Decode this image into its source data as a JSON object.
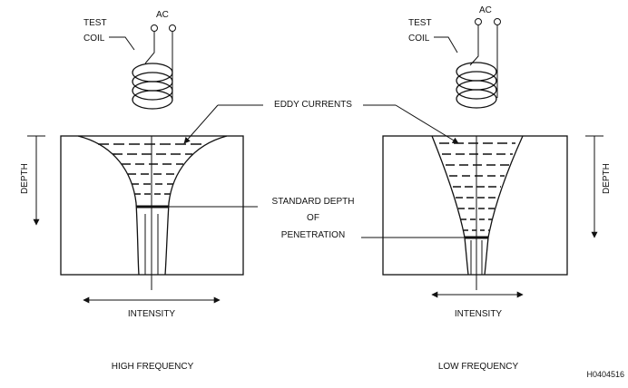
{
  "figure_code": "H0404516",
  "shared": {
    "eddy_currents_label": "EDDY CURRENTS",
    "standard_depth_lines": [
      "STANDARD DEPTH",
      "OF",
      "PENETRATION"
    ]
  },
  "panels": [
    {
      "caption": "HIGH FREQUENCY",
      "coil_label_lines": [
        "TEST",
        "COIL"
      ],
      "source_label": "AC",
      "depth_label": "DEPTH",
      "intensity_label": "INTENSITY"
    },
    {
      "caption": "LOW FREQUENCY",
      "coil_label_lines": [
        "TEST",
        "COIL"
      ],
      "source_label": "AC",
      "depth_label": "DEPTH",
      "intensity_label": "INTENSITY"
    }
  ]
}
